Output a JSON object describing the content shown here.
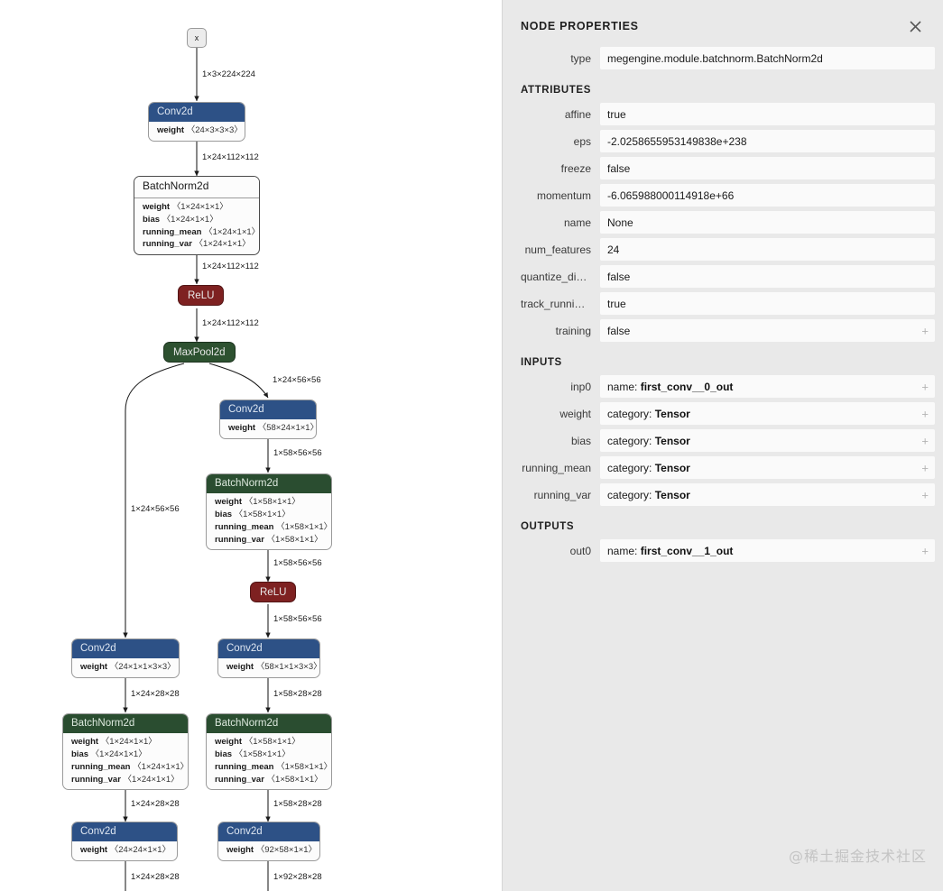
{
  "panel": {
    "title": "NODE PROPERTIES",
    "close_icon": "close-icon",
    "type_row": {
      "label": "type",
      "value": "megengine.module.batchnorm.BatchNorm2d"
    },
    "sections": {
      "attributes_title": "ATTRIBUTES",
      "inputs_title": "INPUTS",
      "outputs_title": "OUTPUTS"
    },
    "attributes": [
      {
        "label": "affine",
        "value": "true",
        "expandable": false
      },
      {
        "label": "eps",
        "value": "-2.0258655953149838e+238",
        "expandable": false
      },
      {
        "label": "freeze",
        "value": "false",
        "expandable": false
      },
      {
        "label": "momentum",
        "value": "-6.065988000114918e+66",
        "expandable": false
      },
      {
        "label": "name",
        "value": "None",
        "expandable": false
      },
      {
        "label": "num_features",
        "value": "24",
        "expandable": false
      },
      {
        "label": "quantize_disa…",
        "value": "false",
        "expandable": false
      },
      {
        "label": "track_running…",
        "value": "true",
        "expandable": false
      },
      {
        "label": "training",
        "value": "false",
        "expandable": true
      }
    ],
    "inputs": [
      {
        "label": "inp0",
        "key": "name:",
        "value": "first_conv__0_out",
        "expandable": true
      },
      {
        "label": "weight",
        "key": "category:",
        "value": "Tensor",
        "expandable": true
      },
      {
        "label": "bias",
        "key": "category:",
        "value": "Tensor",
        "expandable": true
      },
      {
        "label": "running_mean",
        "key": "category:",
        "value": "Tensor",
        "expandable": true
      },
      {
        "label": "running_var",
        "key": "category:",
        "value": "Tensor",
        "expandable": true
      }
    ],
    "outputs": [
      {
        "label": "out0",
        "key": "name:",
        "value": "first_conv__1_out",
        "expandable": true
      }
    ],
    "expand_glyph": "+"
  },
  "watermark": "@稀土掘金技术社区",
  "graph": {
    "colors": {
      "conv_header": "#2d5186",
      "batchnorm_header": "#2a4d30",
      "relu": "#7e2121",
      "maxpool": "#2d5130",
      "node_body": "#fcfcfc",
      "canvas": "#ffffff",
      "panel": "#e9e9e9"
    },
    "nodes": [
      {
        "id": "x",
        "kind": "input",
        "label": "x"
      },
      {
        "id": "conv1",
        "kind": "box",
        "header": "Conv2d",
        "header_style": "conv",
        "params": [
          {
            "name": "weight",
            "dim": "〈24×3×3×3〉"
          }
        ]
      },
      {
        "id": "bn1",
        "kind": "box",
        "header": "BatchNorm2d",
        "header_style": "plain",
        "selected": true,
        "params": [
          {
            "name": "weight",
            "dim": "〈1×24×1×1〉"
          },
          {
            "name": "bias",
            "dim": "〈1×24×1×1〉"
          },
          {
            "name": "running_mean",
            "dim": "〈1×24×1×1〉"
          },
          {
            "name": "running_var",
            "dim": "〈1×24×1×1〉"
          }
        ]
      },
      {
        "id": "relu1",
        "kind": "pill",
        "label": "ReLU",
        "pill_style": "relu"
      },
      {
        "id": "pool1",
        "kind": "pill",
        "label": "MaxPool2d",
        "pill_style": "pool"
      },
      {
        "id": "conv2",
        "kind": "box",
        "header": "Conv2d",
        "header_style": "conv",
        "params": [
          {
            "name": "weight",
            "dim": "〈58×24×1×1〉"
          }
        ]
      },
      {
        "id": "bn2",
        "kind": "box",
        "header": "BatchNorm2d",
        "header_style": "bn",
        "params": [
          {
            "name": "weight",
            "dim": "〈1×58×1×1〉"
          },
          {
            "name": "bias",
            "dim": "〈1×58×1×1〉"
          },
          {
            "name": "running_mean",
            "dim": "〈1×58×1×1〉"
          },
          {
            "name": "running_var",
            "dim": "〈1×58×1×1〉"
          }
        ]
      },
      {
        "id": "relu2",
        "kind": "pill",
        "label": "ReLU",
        "pill_style": "relu"
      },
      {
        "id": "conv3L",
        "kind": "box",
        "header": "Conv2d",
        "header_style": "conv",
        "params": [
          {
            "name": "weight",
            "dim": "〈24×1×1×3×3〉"
          }
        ]
      },
      {
        "id": "conv3R",
        "kind": "box",
        "header": "Conv2d",
        "header_style": "conv",
        "params": [
          {
            "name": "weight",
            "dim": "〈58×1×1×3×3〉"
          }
        ]
      },
      {
        "id": "bn3L",
        "kind": "box",
        "header": "BatchNorm2d",
        "header_style": "bn",
        "params": [
          {
            "name": "weight",
            "dim": "〈1×24×1×1〉"
          },
          {
            "name": "bias",
            "dim": "〈1×24×1×1〉"
          },
          {
            "name": "running_mean",
            "dim": "〈1×24×1×1〉"
          },
          {
            "name": "running_var",
            "dim": "〈1×24×1×1〉"
          }
        ]
      },
      {
        "id": "bn3R",
        "kind": "box",
        "header": "BatchNorm2d",
        "header_style": "bn",
        "params": [
          {
            "name": "weight",
            "dim": "〈1×58×1×1〉"
          },
          {
            "name": "bias",
            "dim": "〈1×58×1×1〉"
          },
          {
            "name": "running_mean",
            "dim": "〈1×58×1×1〉"
          },
          {
            "name": "running_var",
            "dim": "〈1×58×1×1〉"
          }
        ]
      },
      {
        "id": "conv4L",
        "kind": "box",
        "header": "Conv2d",
        "header_style": "conv",
        "params": [
          {
            "name": "weight",
            "dim": "〈24×24×1×1〉"
          }
        ]
      },
      {
        "id": "conv4R",
        "kind": "box",
        "header": "Conv2d",
        "header_style": "conv",
        "params": [
          {
            "name": "weight",
            "dim": "〈92×58×1×1〉"
          }
        ]
      }
    ],
    "edge_labels": [
      "1×3×224×224",
      "1×24×112×112",
      "1×24×112×112",
      "1×24×112×112",
      "1×24×56×56",
      "1×58×56×56",
      "1×24×56×56",
      "1×58×56×56",
      "1×58×56×56",
      "1×24×28×28",
      "1×58×28×28",
      "1×24×28×28",
      "1×58×28×28",
      "1×24×28×28",
      "1×92×28×28"
    ]
  }
}
